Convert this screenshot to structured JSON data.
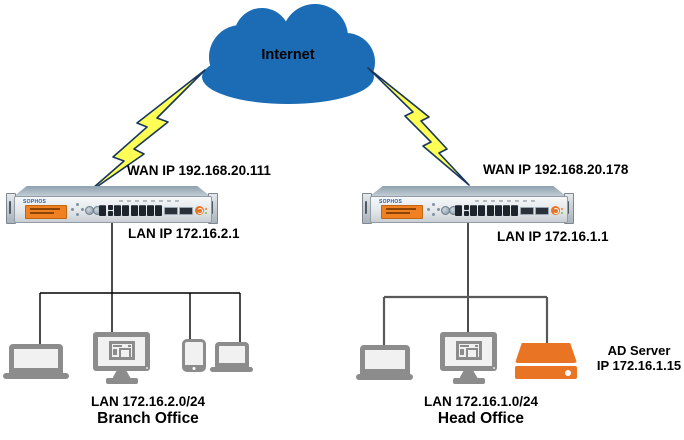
{
  "diagram": {
    "internet": {
      "label": "Internet"
    },
    "branch_office": {
      "wan_ip_label": "WAN IP 192.168.20.111",
      "lan_ip_label": "LAN IP 172.16.2.1",
      "subnet_label": "LAN 172.16.2.0/24",
      "name": "Branch Office",
      "router_brand": "SOPHOS",
      "devices": [
        "laptop",
        "desktop-computer",
        "smartphone",
        "laptop"
      ]
    },
    "head_office": {
      "wan_ip_label": "WAN IP 192.168.20.178",
      "lan_ip_label": "LAN IP 172.16.1.1",
      "subnet_label": "LAN 172.16.1.0/24",
      "name": "Head Office",
      "router_brand": "SOPHOS",
      "devices": [
        "laptop",
        "desktop-computer",
        "ad-server"
      ],
      "ad_server": {
        "name": "AD Server",
        "ip": "IP 172.16.1.15"
      }
    },
    "icons": {
      "cloud": "internet-cloud",
      "lightning": "wan-link-bolt",
      "router": "sophos-firewall-appliance",
      "laptop": "laptop-icon",
      "desktop": "desktop-computer-icon",
      "phone": "smartphone-icon",
      "server": "server-icon"
    },
    "colors": {
      "cloud_blue": "#1B6CB4",
      "lightning_yellow": "#FFFF56",
      "lightning_outline": "#17375E",
      "device_gray": "#8C8C8C",
      "device_screen": "#F1F1F1",
      "server_orange": "#E87424",
      "connection_black": "#000000",
      "connection_gray": "#595959"
    }
  }
}
